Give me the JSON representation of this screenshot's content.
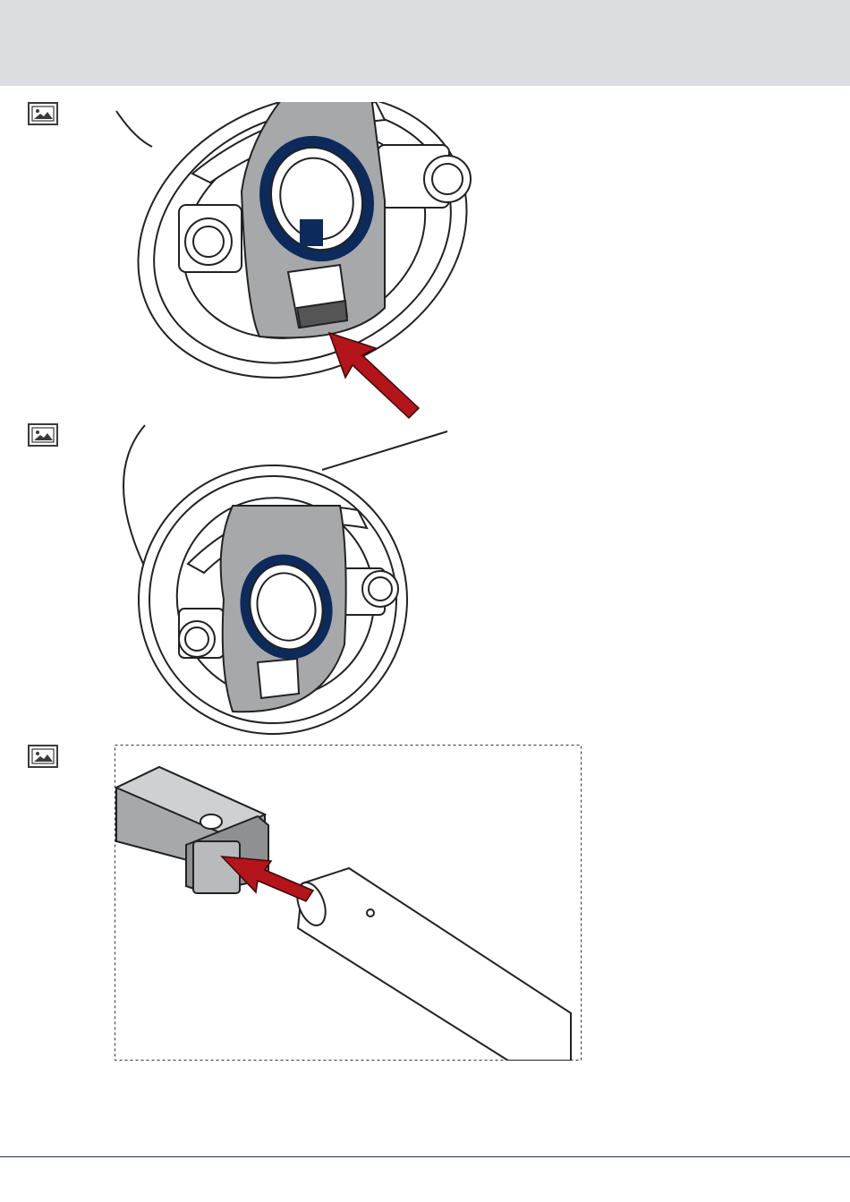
{
  "page": {
    "header_color": "#dcdde0",
    "accent_red": "#b3151b",
    "accent_blue": "#0d2a5c",
    "plate_gray": "#a7a8aa"
  },
  "steps": [
    {
      "icon": "image-icon",
      "figure": "rotor-plate-close-up-with-arrow"
    },
    {
      "icon": "image-icon",
      "figure": "rotor-plate-mounted"
    },
    {
      "icon": "image-icon",
      "figure": "bracket-insert-onto-tube-with-arrow"
    }
  ]
}
